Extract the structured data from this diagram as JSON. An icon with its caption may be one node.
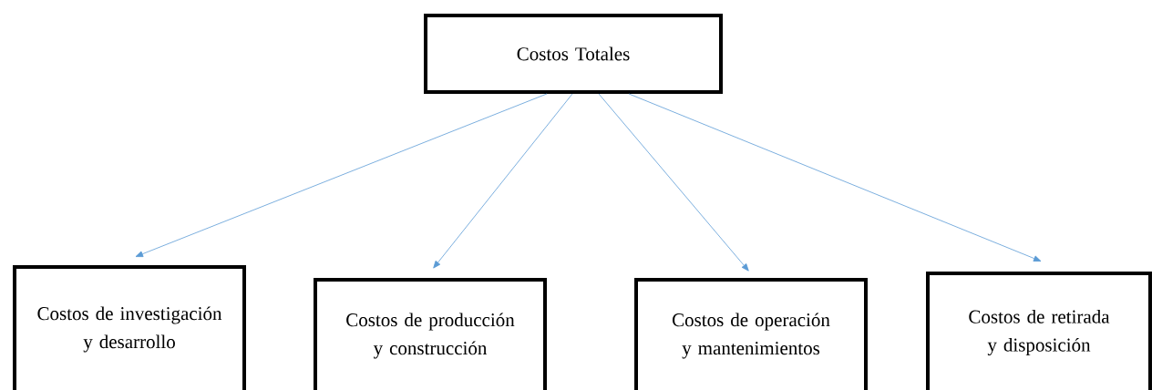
{
  "diagram": {
    "nodes": [
      {
        "text": [
          "Costos Totales"
        ]
      },
      {
        "text": [
          "Costos de investigación y desarrollo"
        ]
      },
      {
        "text": [
          "Costos de producción y construcción"
        ]
      },
      {
        "text": [
          "Costos de operación y mantenimientos"
        ]
      },
      {
        "text": [
          "Costos de retirada y disposición"
        ]
      }
    ],
    "edges": [
      {
        "from": 0,
        "to": 1,
        "arrow": "to"
      },
      {
        "from": 0,
        "to": 2,
        "arrow": "to"
      },
      {
        "from": 0,
        "to": 3,
        "arrow": "to"
      },
      {
        "from": 0,
        "to": 4,
        "arrow": "to"
      }
    ]
  }
}
